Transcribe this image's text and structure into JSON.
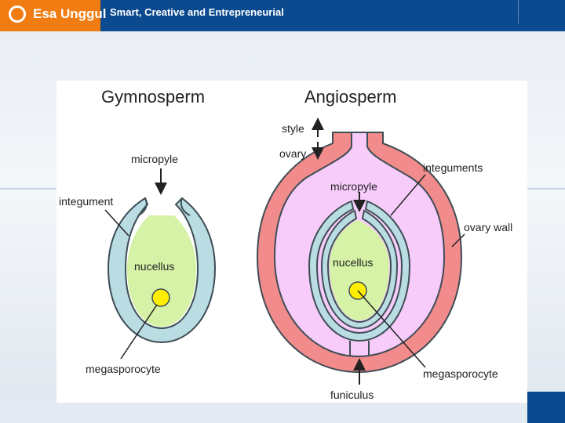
{
  "header": {
    "logo_text": "Esa Unggul",
    "tagline": "Smart, Creative and Entrepreneurial"
  },
  "colors": {
    "header_blue": "#0b4a8f",
    "logo_orange": "#f07c12",
    "ovary_wall": "#f28b8b",
    "ovary_cavity": "#f7ccfa",
    "integument": "#b9dde3",
    "nucellus": "#d5f2a6",
    "megasporocyte": "#ffee00"
  },
  "icons": {
    "logo": "circle-logo-icon"
  },
  "diagram": {
    "gymnosperm": {
      "title": "Gymnosperm",
      "labels": {
        "micropyle": "micropyle",
        "integument": "integument",
        "nucellus": "nucellus",
        "megasporocyte": "megasporocyte"
      }
    },
    "angiosperm": {
      "title": "Angiosperm",
      "labels": {
        "style": "style",
        "ovary": "ovary",
        "micropyle": "micropyle",
        "integuments": "integuments",
        "ovary_wall": "ovary wall",
        "nucellus": "nucellus",
        "megasporocyte": "megasporocyte",
        "funiculus": "funiculus"
      }
    }
  }
}
